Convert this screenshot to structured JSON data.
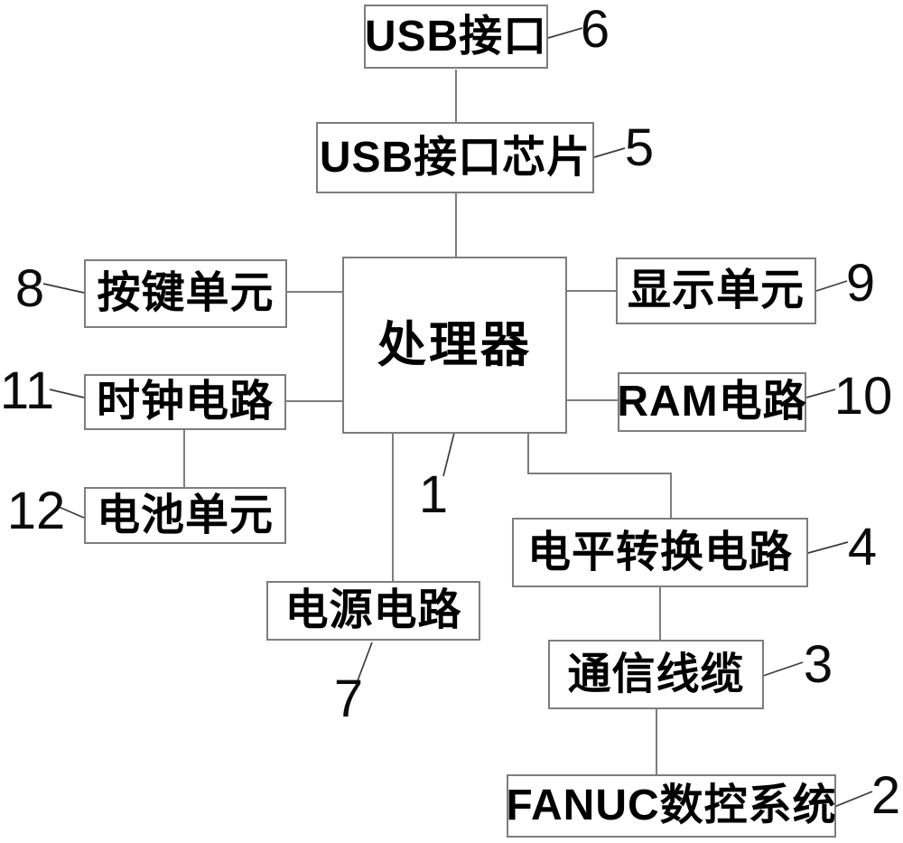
{
  "diagram": {
    "type": "block-diagram",
    "language": "zh-CN",
    "colors": {
      "background": "#ffffff",
      "box_border": "#7d7d7d",
      "connector_line": "#7d7d7d",
      "leader_line": "#3c3c3c",
      "text": "#000000"
    },
    "nodes": [
      {
        "id": "usb-port",
        "label": "USB接口",
        "ref": "6"
      },
      {
        "id": "usb-chip",
        "label": "USB接口芯片",
        "ref": "5"
      },
      {
        "id": "processor",
        "label": "处理器",
        "ref": "1"
      },
      {
        "id": "key-unit",
        "label": "按键单元",
        "ref": "8"
      },
      {
        "id": "display-unit",
        "label": "显示单元",
        "ref": "9"
      },
      {
        "id": "clock-circuit",
        "label": "时钟电路",
        "ref": "11"
      },
      {
        "id": "ram-circuit",
        "label": "RAM电路",
        "ref": "10"
      },
      {
        "id": "battery-unit",
        "label": "电池单元",
        "ref": "12"
      },
      {
        "id": "level-shift",
        "label": "电平转换电路",
        "ref": "4"
      },
      {
        "id": "power-circuit",
        "label": "电源电路",
        "ref": "7"
      },
      {
        "id": "comm-cable",
        "label": "通信线缆",
        "ref": "3"
      },
      {
        "id": "fanuc",
        "label": "FANUC数控系统",
        "ref": "2"
      }
    ],
    "edges": [
      {
        "from": "usb-port",
        "to": "usb-chip"
      },
      {
        "from": "usb-chip",
        "to": "processor"
      },
      {
        "from": "key-unit",
        "to": "processor"
      },
      {
        "from": "clock-circuit",
        "to": "processor"
      },
      {
        "from": "clock-circuit",
        "to": "battery-unit"
      },
      {
        "from": "processor",
        "to": "display-unit"
      },
      {
        "from": "processor",
        "to": "ram-circuit"
      },
      {
        "from": "processor",
        "to": "power-circuit"
      },
      {
        "from": "processor",
        "to": "level-shift"
      },
      {
        "from": "level-shift",
        "to": "comm-cable"
      },
      {
        "from": "comm-cable",
        "to": "fanuc"
      }
    ]
  }
}
